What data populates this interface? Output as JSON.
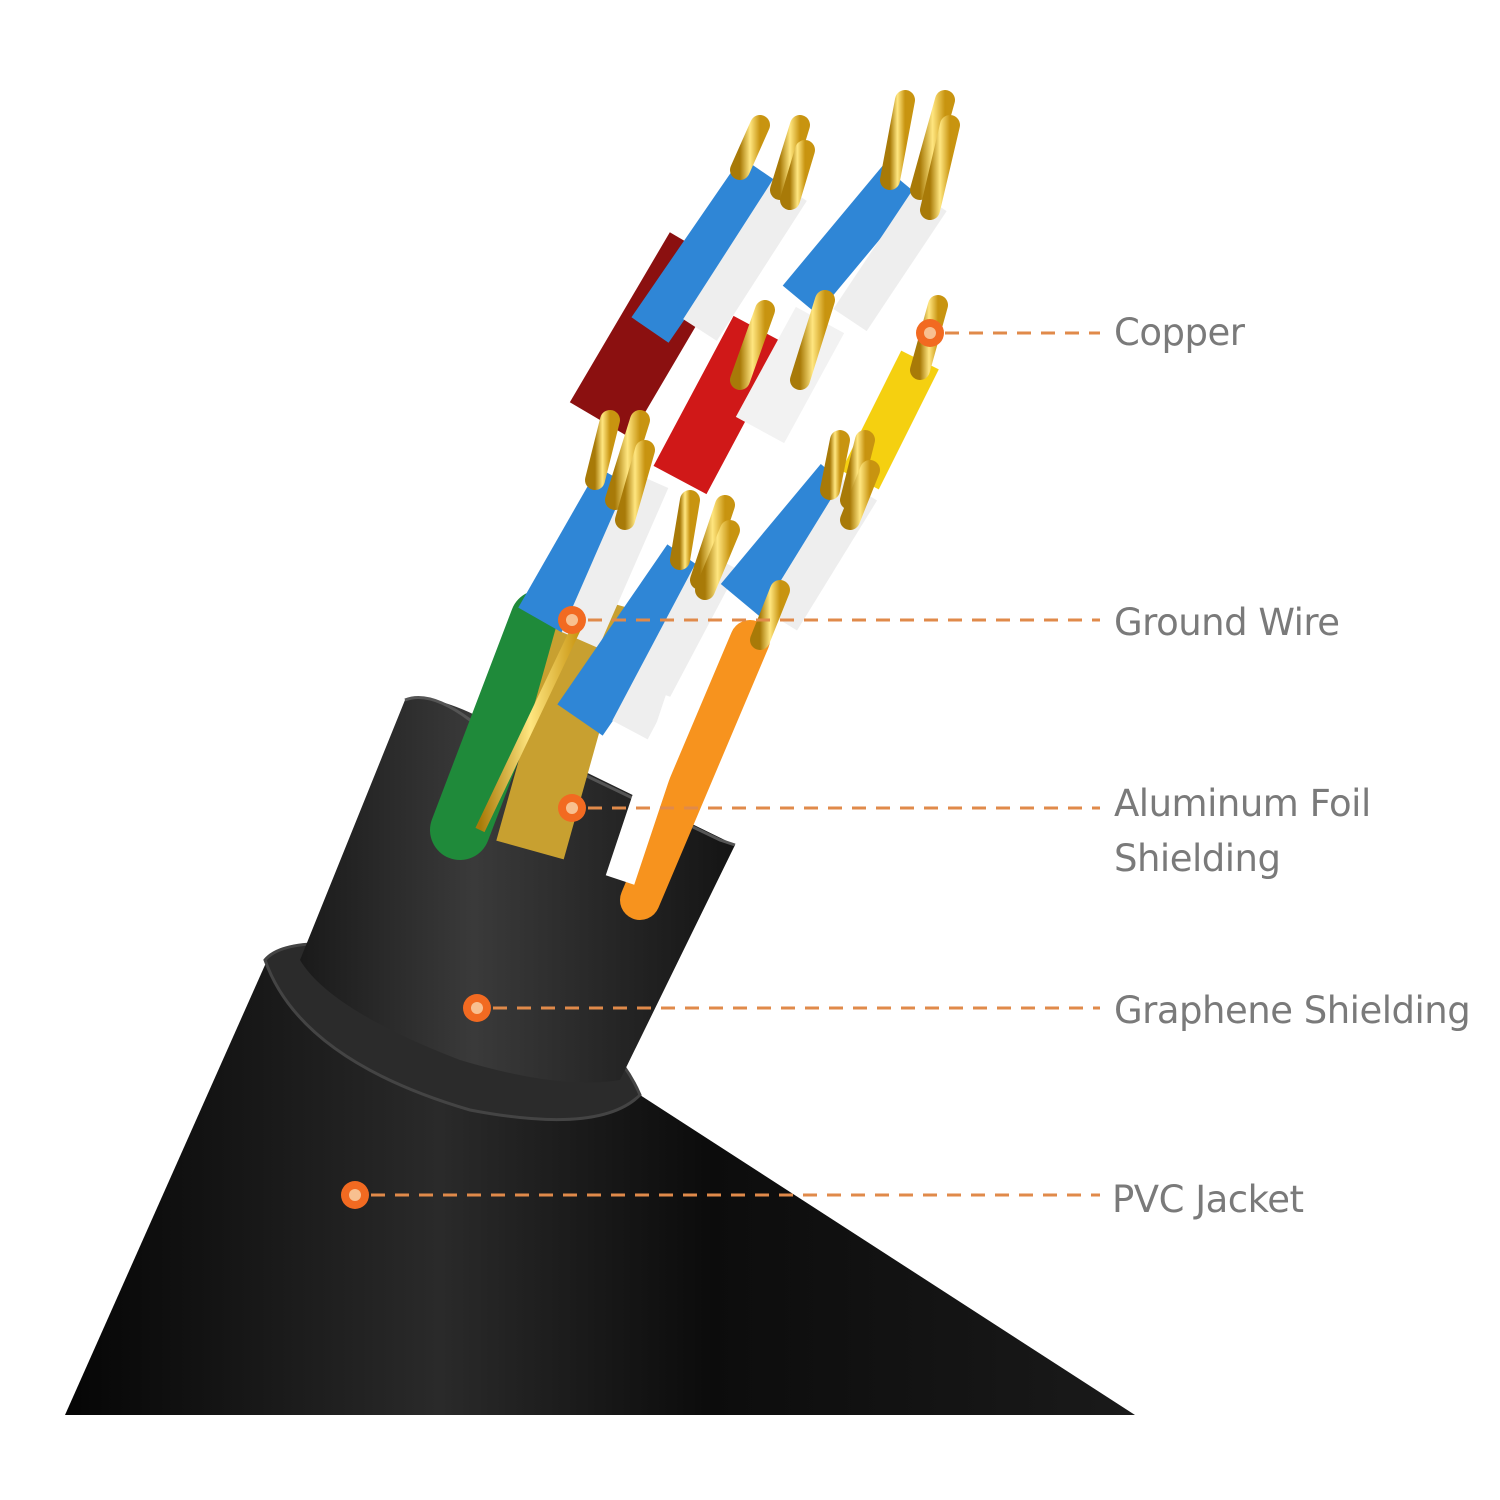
{
  "callouts": [
    {
      "id": "copper",
      "label": "Copper"
    },
    {
      "id": "ground-wire",
      "label": "Ground Wire"
    },
    {
      "id": "aluminum-foil",
      "label": "Aluminum Foil",
      "label2": "Shielding"
    },
    {
      "id": "graphene",
      "label": "Graphene Shielding"
    },
    {
      "id": "pvc",
      "label": "PVC Jacket"
    }
  ],
  "colors": {
    "accent": "#f26a21",
    "leader": "#e08a4a",
    "label": "#7a7a7a",
    "jacket": "#111111",
    "gold": "#e8b820",
    "blue": "#2f86d6"
  }
}
